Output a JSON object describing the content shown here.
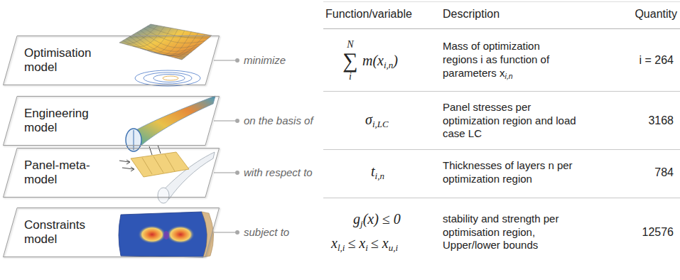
{
  "diagram": {
    "nodes": [
      {
        "text": [
          "Optimisation model"
        ]
      },
      {
        "text": [
          "Engineering model"
        ]
      },
      {
        "text": [
          "Panel-meta-model"
        ]
      },
      {
        "text": [
          "Constraints model"
        ]
      }
    ],
    "labels": [
      "Function/variable",
      "Description",
      "Quantity",
      "minimize",
      "on the basis of",
      "with respect to",
      "subject to",
      "N",
      "∑",
      "i",
      "m(x",
      "i,n",
      ")",
      "Mass of optimization regions i as function of parameters x",
      "i,n",
      "i = 264",
      "σ",
      "i,LC",
      "Panel stresses per optimization region and load case LC",
      "3168",
      "t",
      "i,n",
      "Thicknesses of layers n per optimization region",
      "784",
      "g",
      "j",
      "(x) ≤ 0",
      "x",
      "l,i",
      "≤ x",
      "i",
      "≤ x",
      "u,i",
      "stability and strength per optimisation region, Upper/lower bounds",
      "12576"
    ]
  }
}
